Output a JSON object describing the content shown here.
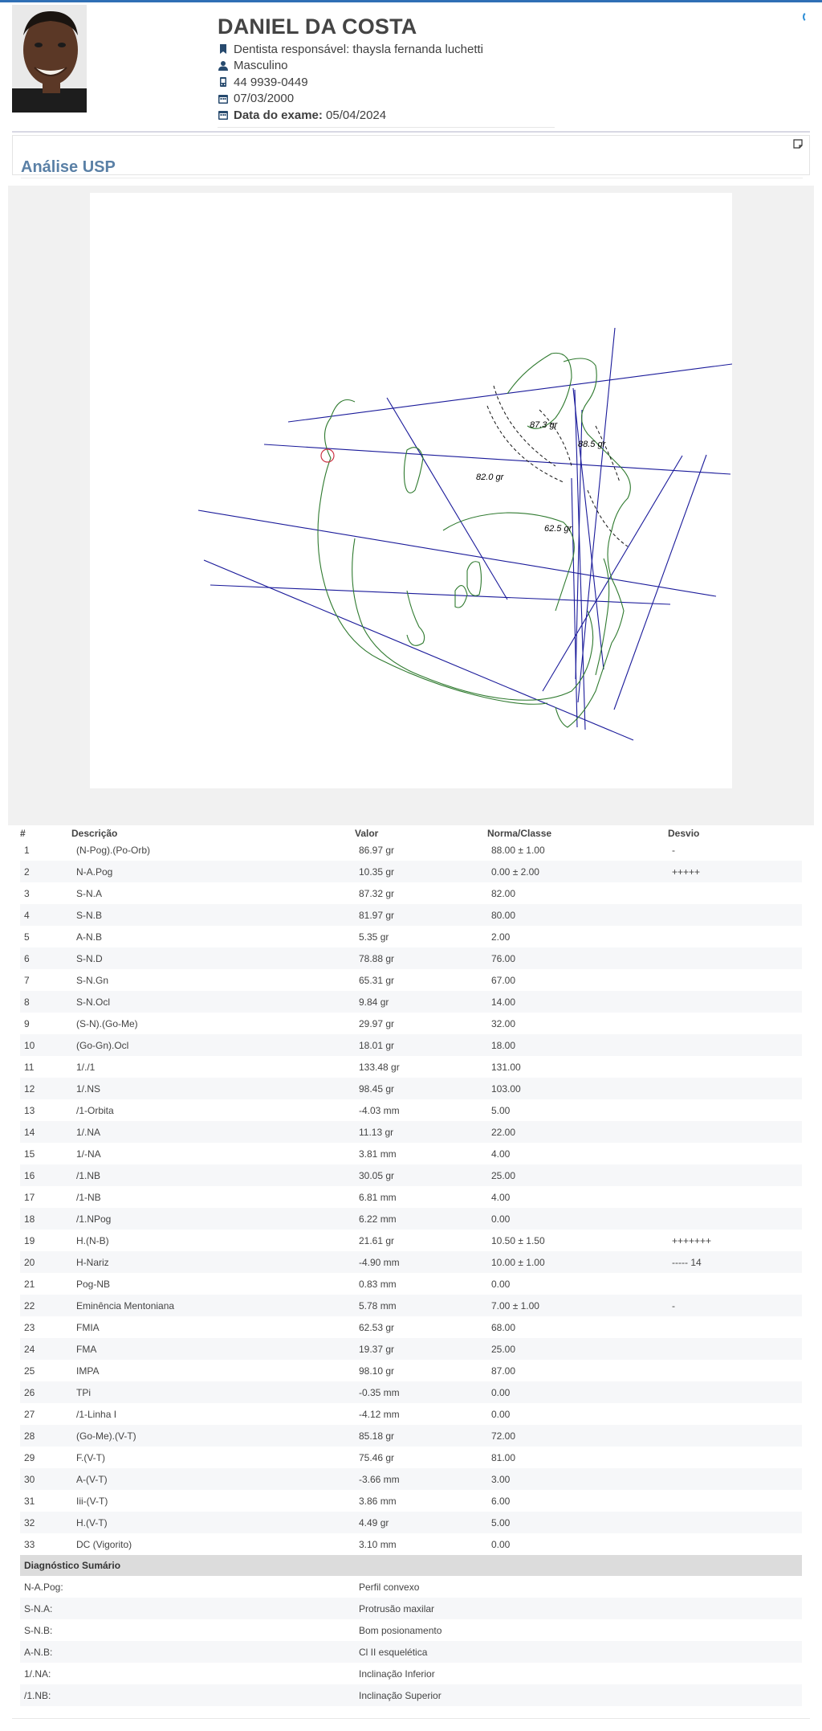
{
  "patient": {
    "name": "DANIEL DA COSTA",
    "dentist": "Dentista responsável: thaysla fernanda luchetti",
    "gender": "Masculino",
    "phone": "44 9939-0449",
    "birth_date": "07/03/2000",
    "exam_label": "Data do exame:",
    "exam_date": "05/04/2024"
  },
  "panel": {
    "title": "Análise USP"
  },
  "tracing": {
    "angle_labels": [
      "87.3 gr",
      "88.5 gr",
      "82.0 gr",
      "62.5 gr"
    ],
    "colors": {
      "lines": "#1a1a9a",
      "anatomy": "#2f7a2f",
      "landmark": "#cc3344"
    }
  },
  "table": {
    "headers": {
      "num": "#",
      "desc": "Descrição",
      "value": "Valor",
      "norm": "Norma/Classe",
      "dev": "Desvio"
    },
    "rows": [
      {
        "n": "1",
        "d": "(N-Pog).(Po-Orb)",
        "v": "86.97 gr",
        "c": "88.00 ± 1.00",
        "x": "-"
      },
      {
        "n": "2",
        "d": "N-A.Pog",
        "v": "10.35 gr",
        "c": "0.00 ± 2.00",
        "x": "+++++"
      },
      {
        "n": "3",
        "d": "S-N.A",
        "v": "87.32 gr",
        "c": "82.00",
        "x": ""
      },
      {
        "n": "4",
        "d": "S-N.B",
        "v": "81.97 gr",
        "c": "80.00",
        "x": ""
      },
      {
        "n": "5",
        "d": "A-N.B",
        "v": "5.35 gr",
        "c": "2.00",
        "x": ""
      },
      {
        "n": "6",
        "d": "S-N.D",
        "v": "78.88 gr",
        "c": "76.00",
        "x": ""
      },
      {
        "n": "7",
        "d": "S-N.Gn",
        "v": "65.31 gr",
        "c": "67.00",
        "x": ""
      },
      {
        "n": "8",
        "d": "S-N.Ocl",
        "v": "9.84 gr",
        "c": "14.00",
        "x": ""
      },
      {
        "n": "9",
        "d": "(S-N).(Go-Me)",
        "v": "29.97 gr",
        "c": "32.00",
        "x": ""
      },
      {
        "n": "10",
        "d": "(Go-Gn).Ocl",
        "v": "18.01 gr",
        "c": "18.00",
        "x": ""
      },
      {
        "n": "11",
        "d": "1/./1",
        "v": "133.48 gr",
        "c": "131.00",
        "x": ""
      },
      {
        "n": "12",
        "d": "1/.NS",
        "v": "98.45 gr",
        "c": "103.00",
        "x": ""
      },
      {
        "n": "13",
        "d": "/1-Orbita",
        "v": "-4.03 mm",
        "c": "5.00",
        "x": ""
      },
      {
        "n": "14",
        "d": "1/.NA",
        "v": "11.13 gr",
        "c": "22.00",
        "x": ""
      },
      {
        "n": "15",
        "d": "1/-NA",
        "v": "3.81 mm",
        "c": "4.00",
        "x": ""
      },
      {
        "n": "16",
        "d": "/1.NB",
        "v": "30.05 gr",
        "c": "25.00",
        "x": ""
      },
      {
        "n": "17",
        "d": "/1-NB",
        "v": "6.81 mm",
        "c": "4.00",
        "x": ""
      },
      {
        "n": "18",
        "d": "/1.NPog",
        "v": "6.22 mm",
        "c": "0.00",
        "x": ""
      },
      {
        "n": "19",
        "d": "H.(N-B)",
        "v": "21.61 gr",
        "c": "10.50 ± 1.50",
        "x": "+++++++"
      },
      {
        "n": "20",
        "d": "H-Nariz",
        "v": "-4.90 mm",
        "c": "10.00 ± 1.00",
        "x": "----- 14"
      },
      {
        "n": "21",
        "d": "Pog-NB",
        "v": "0.83 mm",
        "c": "0.00",
        "x": ""
      },
      {
        "n": "22",
        "d": "Eminência Mentoniana",
        "v": "5.78 mm",
        "c": "7.00 ± 1.00",
        "x": "-"
      },
      {
        "n": "23",
        "d": "FMIA",
        "v": "62.53 gr",
        "c": "68.00",
        "x": ""
      },
      {
        "n": "24",
        "d": "FMA",
        "v": "19.37 gr",
        "c": "25.00",
        "x": ""
      },
      {
        "n": "25",
        "d": "IMPA",
        "v": "98.10 gr",
        "c": "87.00",
        "x": ""
      },
      {
        "n": "26",
        "d": "TPi",
        "v": "-0.35 mm",
        "c": "0.00",
        "x": ""
      },
      {
        "n": "27",
        "d": "/1-Linha I",
        "v": "-4.12 mm",
        "c": "0.00",
        "x": ""
      },
      {
        "n": "28",
        "d": "(Go-Me).(V-T)",
        "v": "85.18 gr",
        "c": "72.00",
        "x": ""
      },
      {
        "n": "29",
        "d": "F.(V-T)",
        "v": "75.46 gr",
        "c": "81.00",
        "x": ""
      },
      {
        "n": "30",
        "d": "A-(V-T)",
        "v": "-3.66 mm",
        "c": "3.00",
        "x": ""
      },
      {
        "n": "31",
        "d": "Iii-(V-T)",
        "v": "3.86 mm",
        "c": "6.00",
        "x": ""
      },
      {
        "n": "32",
        "d": "H.(V-T)",
        "v": "4.49 gr",
        "c": "5.00",
        "x": ""
      },
      {
        "n": "33",
        "d": "DC (Vigorito)",
        "v": "3.10 mm",
        "c": "0.00",
        "x": ""
      }
    ]
  },
  "summary": {
    "title": "Diagnóstico Sumário",
    "rows": [
      {
        "label": "N-A.Pog:",
        "value": "Perfil convexo"
      },
      {
        "label": "S-N.A:",
        "value": "Protrusão maxilar"
      },
      {
        "label": "S-N.B:",
        "value": "Bom posionamento"
      },
      {
        "label": "A-N.B:",
        "value": "Cl II esquelética"
      },
      {
        "label": "1/.NA:",
        "value": "Inclinação Inferior"
      },
      {
        "label": "/1.NB:",
        "value": "Inclinação Superior"
      }
    ]
  }
}
